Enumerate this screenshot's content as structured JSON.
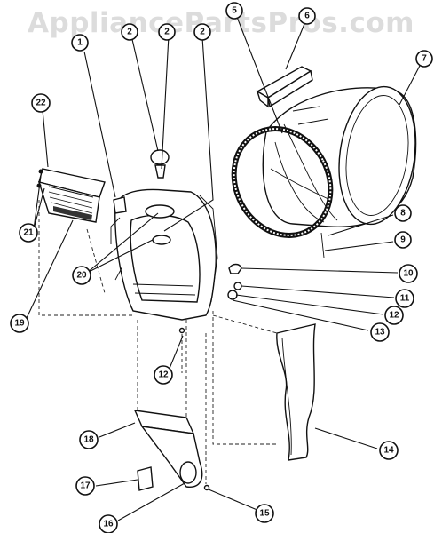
{
  "watermark": "AppliancePartsPros.com",
  "callouts": [
    {
      "id": "callout-1",
      "label": "1"
    },
    {
      "id": "callout-2a",
      "label": "2"
    },
    {
      "id": "callout-2b",
      "label": "2"
    },
    {
      "id": "callout-2c",
      "label": "2"
    },
    {
      "id": "callout-5",
      "label": "5"
    },
    {
      "id": "callout-6",
      "label": "6"
    },
    {
      "id": "callout-7",
      "label": "7"
    },
    {
      "id": "callout-8",
      "label": "8"
    },
    {
      "id": "callout-9",
      "label": "9"
    },
    {
      "id": "callout-10",
      "label": "10"
    },
    {
      "id": "callout-11",
      "label": "11"
    },
    {
      "id": "callout-12a",
      "label": "12"
    },
    {
      "id": "callout-12b",
      "label": "12"
    },
    {
      "id": "callout-13",
      "label": "13"
    },
    {
      "id": "callout-14",
      "label": "14"
    },
    {
      "id": "callout-15",
      "label": "15"
    },
    {
      "id": "callout-16",
      "label": "16"
    },
    {
      "id": "callout-17",
      "label": "17"
    },
    {
      "id": "callout-18",
      "label": "18"
    },
    {
      "id": "callout-19",
      "label": "19"
    },
    {
      "id": "callout-20",
      "label": "20"
    },
    {
      "id": "callout-21",
      "label": "21"
    },
    {
      "id": "callout-22",
      "label": "22"
    }
  ]
}
